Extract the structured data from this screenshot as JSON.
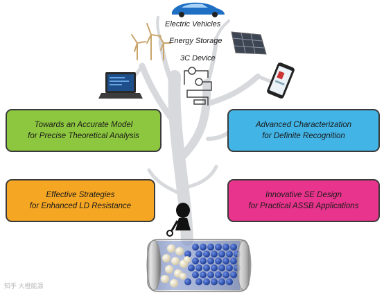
{
  "applications": [
    "Electric Vehicles",
    "Energy Storage",
    "3C Device"
  ],
  "boxes": {
    "top_left": {
      "line1": "Towards an Accurate Model",
      "line2": "for Precise Theoretical Analysis",
      "color": "#8dc63f"
    },
    "top_right": {
      "line1": "Advanced Characterization",
      "line2": "for Definite Recognition",
      "color": "#42b4e6"
    },
    "bottom_left": {
      "line1": "Effective Strategies",
      "line2": "for Enhanced LD Resistance",
      "color": "#f5a623"
    },
    "bottom_right": {
      "line1": "Innovative SE Design",
      "line2": "for Practical ASSB Applications",
      "color": "#e8348c"
    }
  },
  "icons": [
    "car-icon",
    "wind-turbine-icon",
    "solar-panel-icon",
    "laptop-icon",
    "phone-icon",
    "circuit-icon",
    "person-icon",
    "battery-icon",
    "tree-icon"
  ],
  "watermark": "知乎 大橙能源"
}
